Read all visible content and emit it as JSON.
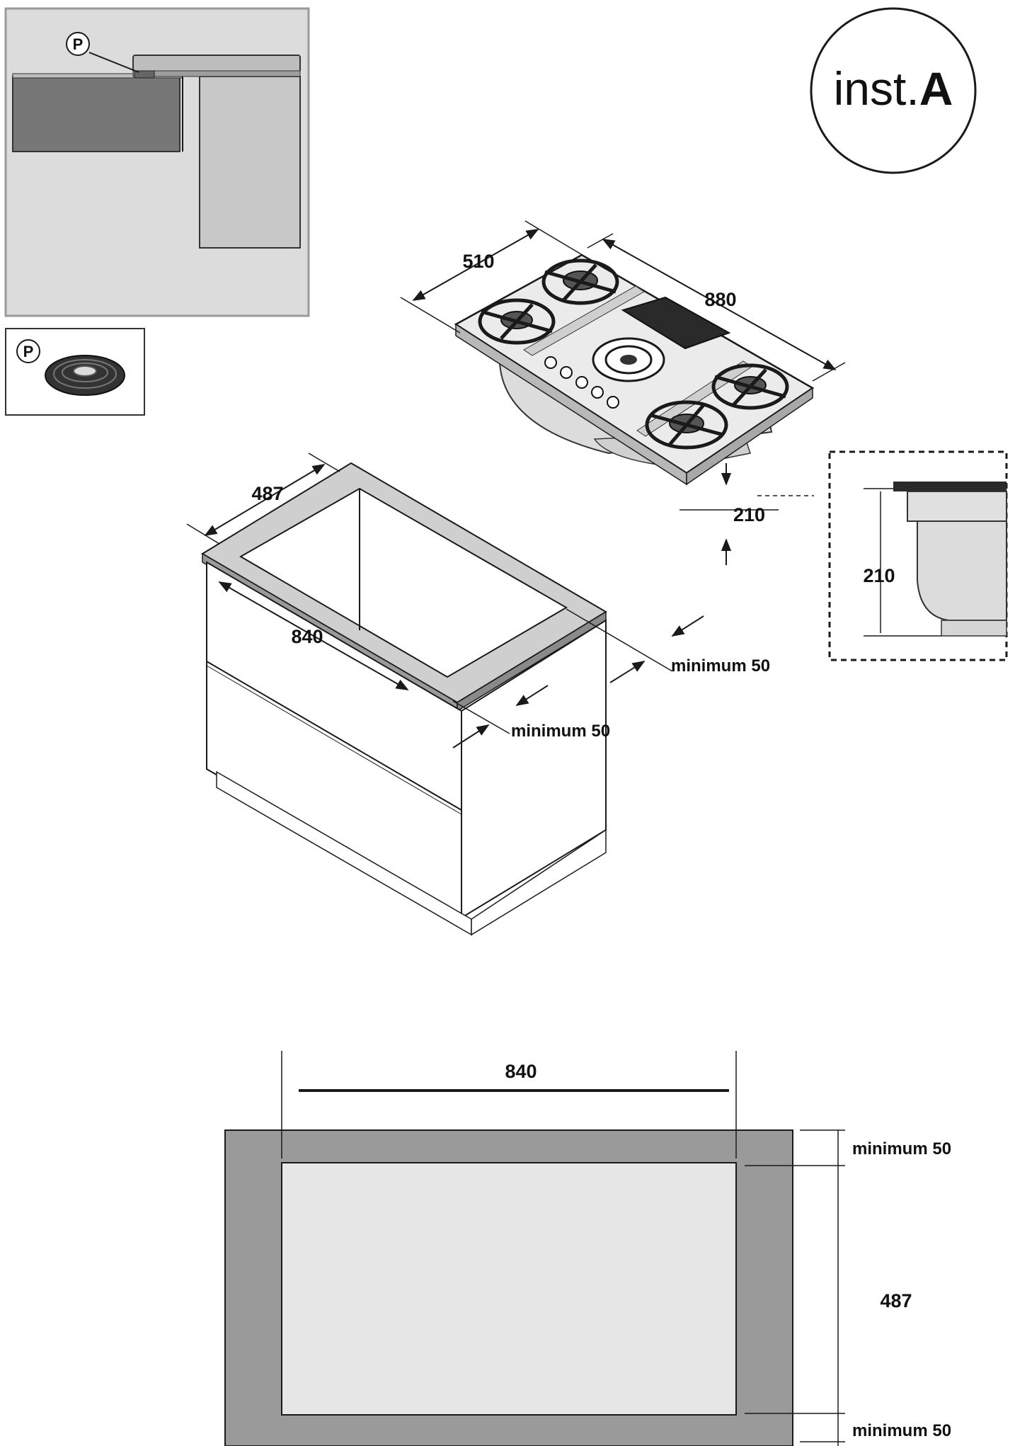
{
  "badge": {
    "prefix": "inst.",
    "letter": "A"
  },
  "seal_detail": {
    "marker": "P"
  },
  "seal_part": {
    "marker": "P"
  },
  "hob": {
    "depth": "510",
    "width": "880",
    "height": "210"
  },
  "side_detail": {
    "height": "210"
  },
  "cabinet": {
    "cutout_depth": "487",
    "cutout_width": "840",
    "clearance_back": "minimum 50",
    "clearance_side": "minimum 50"
  },
  "plan": {
    "cutout_width": "840",
    "cutout_depth": "487",
    "clearance_top": "minimum 50",
    "clearance_bottom": "minimum 50"
  },
  "colors": {
    "line": "#1a1a1a",
    "worktop": "#9a9a9a",
    "cutout": "#e6e6e6",
    "panel": "#dcdcdc",
    "wall": "#c8c8c8"
  }
}
